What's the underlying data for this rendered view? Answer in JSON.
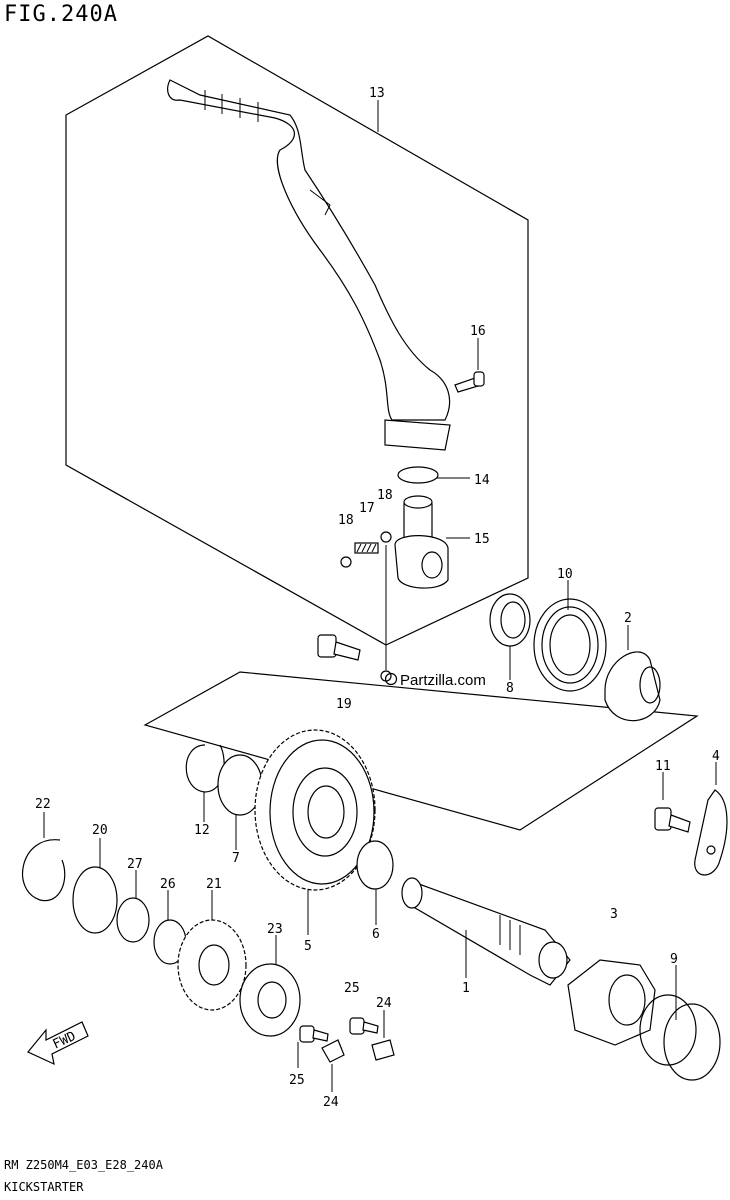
{
  "title": "FIG.240A",
  "footer": {
    "code": "RM Z250M4_E03_E28_240A",
    "name": "KICKSTARTER"
  },
  "watermark": "Partzilla.com",
  "callouts": [
    "1",
    "2",
    "3",
    "4",
    "5",
    "6",
    "7",
    "8",
    "9",
    "10",
    "11",
    "12",
    "13",
    "14",
    "15",
    "16",
    "17",
    "18",
    "18",
    "19",
    "20",
    "21",
    "22",
    "23",
    "24",
    "24",
    "25",
    "25",
    "26",
    "27"
  ],
  "icons": {
    "fwd": "fwd-arrow-icon"
  },
  "fwd_label": "FWD"
}
